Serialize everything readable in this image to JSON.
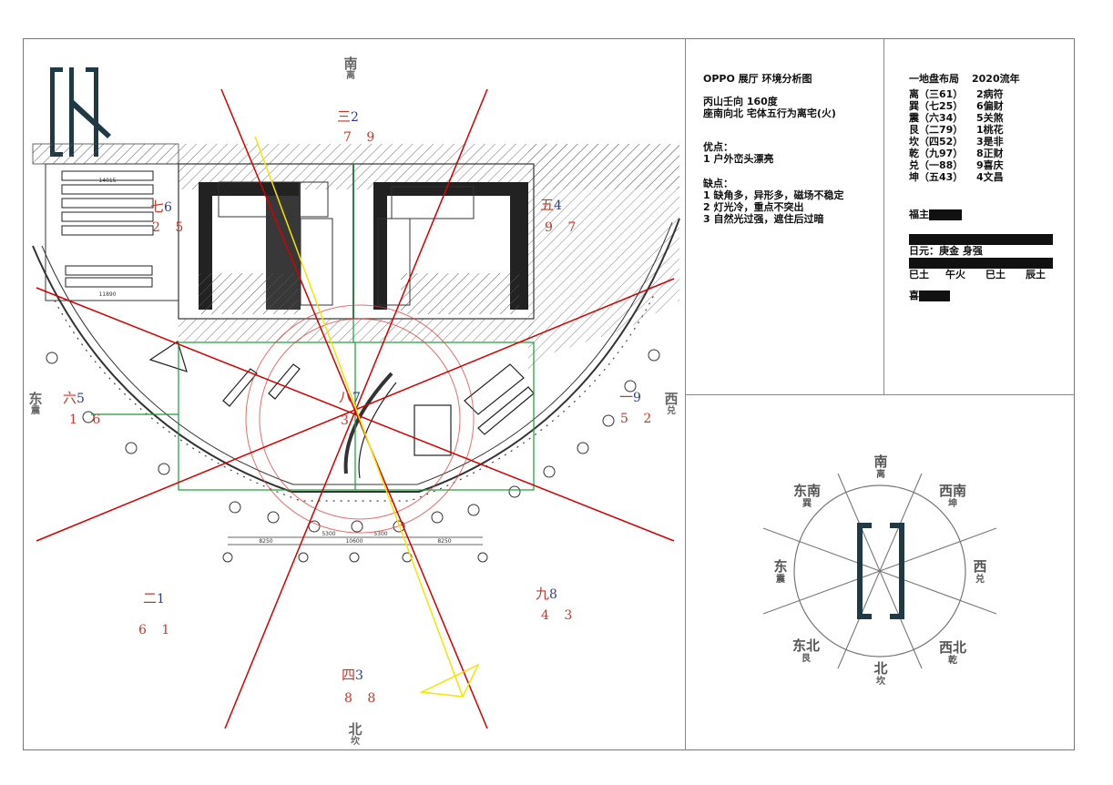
{
  "plan": {
    "directions": {
      "south": {
        "main": "南",
        "sub": "离"
      },
      "north": {
        "main": "北",
        "sub": "坎"
      },
      "east": {
        "main": "东",
        "sub": "震"
      },
      "west": {
        "main": "西",
        "sub": "兑"
      }
    },
    "stars": {
      "S": {
        "cn": "三",
        "n": "2",
        "pair": "7 9"
      },
      "SE": {
        "cn": "七",
        "n": "6",
        "pair": "2 5"
      },
      "SW": {
        "cn": "五",
        "n": "4",
        "pair": "9 7"
      },
      "E": {
        "cn": "六",
        "n": "5",
        "pair": "1 6"
      },
      "C": {
        "cn": "八",
        "n": "7",
        "pair": "3"
      },
      "W": {
        "cn": "一",
        "n": "9",
        "pair": "5 2"
      },
      "NE": {
        "cn": "二",
        "n": "1",
        "pair": "6 1"
      },
      "NW": {
        "cn": "九",
        "n": "8",
        "pair": "4 3"
      },
      "N": {
        "cn": "四",
        "n": "3",
        "pair": "8 8"
      }
    },
    "dims": {
      "d1": "8250",
      "d2": "5300",
      "d3": "10600",
      "d4": "5300",
      "d5": "8250",
      "room1": "14015",
      "room2": "11890"
    }
  },
  "analysis": {
    "title": "OPPO 展厅 环境分析图",
    "line1": "丙山壬向 160度",
    "line2": "座南向北 宅体五行为离宅(火)",
    "pros_heading": "优点：",
    "pros": [
      "1 户外峦头漂亮"
    ],
    "cons_heading": "缺点：",
    "cons": [
      "1 缺角多，异形多，磁场不稳定",
      "2 灯光冷，重点不突出",
      "3 自然光过强，遮住后过暗"
    ]
  },
  "layout_info": {
    "heading_left": "一地盘布局",
    "heading_right": "2020流年",
    "rows": [
      {
        "left": "离（三61）",
        "right": "2病符"
      },
      {
        "left": "巽（七25）",
        "right": "6偏财"
      },
      {
        "left": "震（六34）",
        "right": "5关煞"
      },
      {
        "left": "艮（二79）",
        "right": "1桃花"
      },
      {
        "left": "坎（四52）",
        "right": "3是非"
      },
      {
        "left": "乾（九97）",
        "right": "8正财"
      },
      {
        "left": "兑（一88）",
        "right": "9喜庆"
      },
      {
        "left": "坤（五43）",
        "right": "4文昌"
      }
    ],
    "owner_label": "福主",
    "day_master": "日元：庚金 身强",
    "pillars": [
      "巳土",
      "午火",
      "巳土",
      "辰土"
    ],
    "likes_label": "喜"
  },
  "compass": {
    "S": {
      "main": "南",
      "sub": "离"
    },
    "SW": {
      "main": "西南",
      "sub": "坤"
    },
    "W": {
      "main": "西",
      "sub": "兑"
    },
    "NW": {
      "main": "西北",
      "sub": "乾"
    },
    "N": {
      "main": "北",
      "sub": "坎"
    },
    "NE": {
      "main": "东北",
      "sub": "艮"
    },
    "E": {
      "main": "东",
      "sub": "震"
    },
    "SE": {
      "main": "东南",
      "sub": "巽"
    }
  },
  "colors": {
    "logo": "#1f3a44",
    "sector_line": "#d40000",
    "star_red": "#c0392b",
    "star_blue": "#2c3e8c",
    "guide": "#f2e600",
    "room_box": "#1a9a3a"
  }
}
